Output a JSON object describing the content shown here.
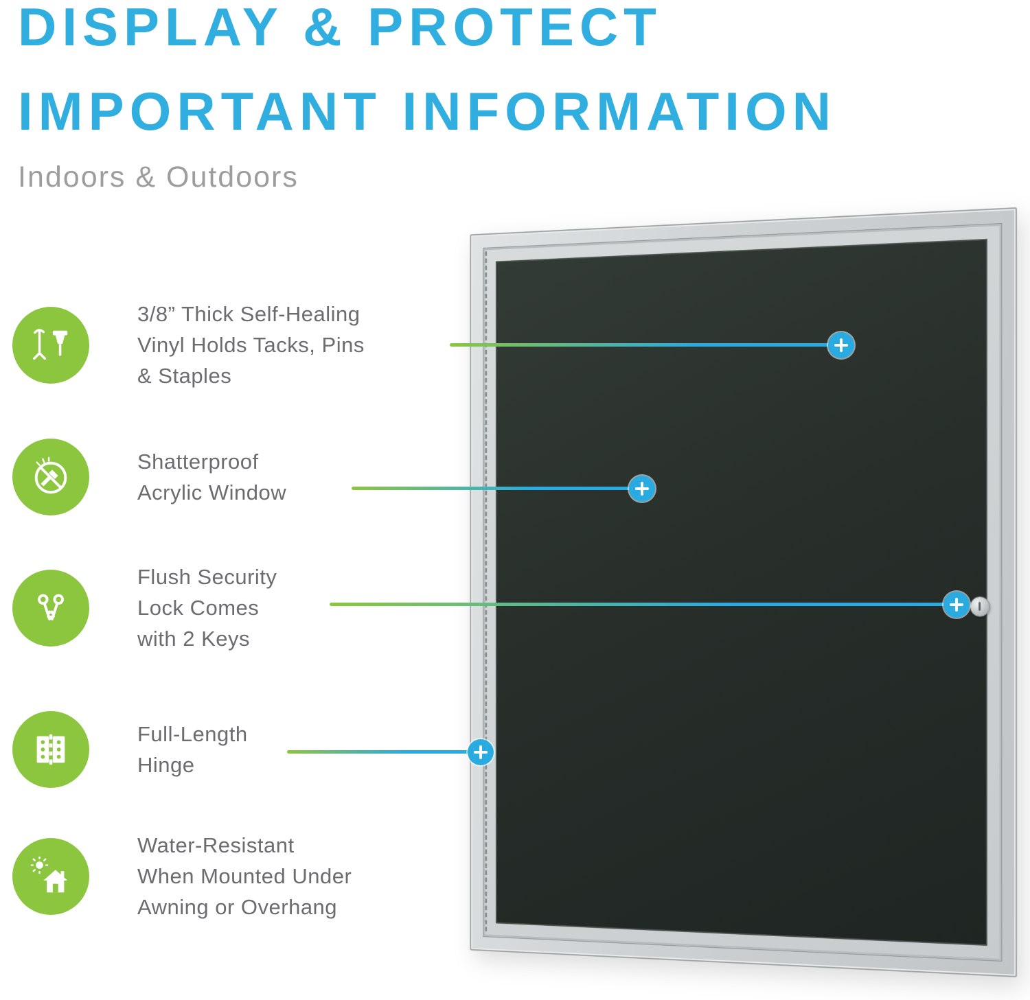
{
  "header": {
    "title_line1": "DISPLAY & PROTECT",
    "title_line2": "IMPORTANT INFORMATION",
    "subtitle": "Indoors & Outdoors"
  },
  "features": [
    {
      "icon": "tack-and-pin-icon",
      "label": "3/8” Thick Self-Healing\nVinyl Holds Tacks, Pins\n& Staples"
    },
    {
      "icon": "shatterproof-icon",
      "label": "Shatterproof\nAcrylic Window"
    },
    {
      "icon": "keys-icon",
      "label": "Flush Security\nLock Comes\nwith 2 Keys"
    },
    {
      "icon": "hinge-icon",
      "label": "Full-Length\nHinge"
    },
    {
      "icon": "water-resistant-icon",
      "label": "Water-Resistant\nWhen Mounted Under\nAwning or Overhang"
    }
  ],
  "colors": {
    "heading_blue": "#30AEDF",
    "accent_blue": "#29ABE2",
    "accent_green": "#8CC63F",
    "feature_text_gray": "#6A6C6E",
    "subtitle_gray": "#9D9D9D",
    "frame_silver": "#CDD1D3",
    "board_surface_dark": "#282F2B"
  }
}
